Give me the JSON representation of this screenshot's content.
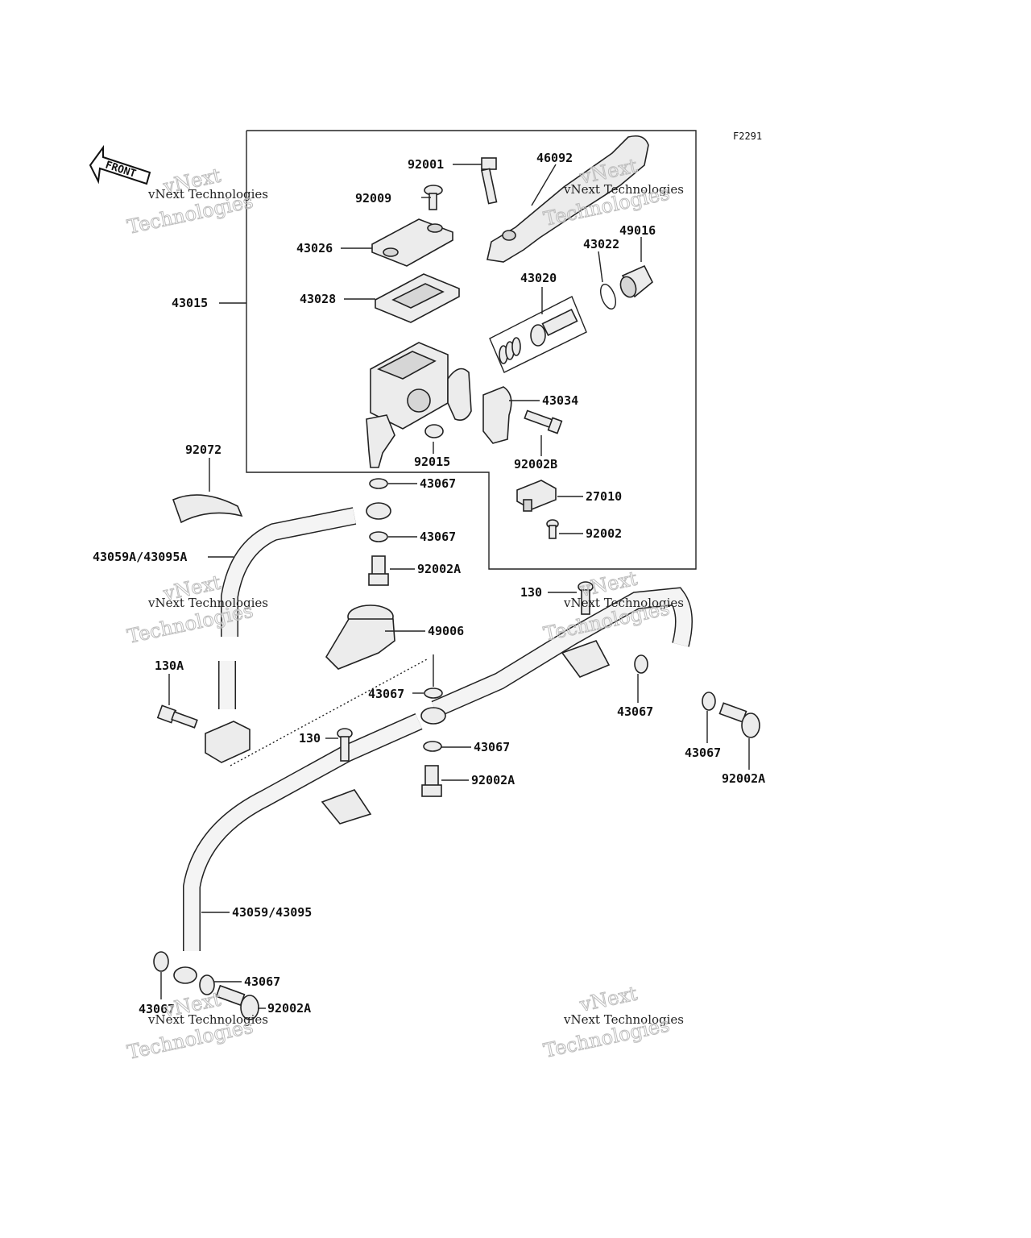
{
  "figure_code": "F2291",
  "front_label": "FRONT",
  "watermark": {
    "company_line": "vNext Technologies",
    "big_line_1": "vNext",
    "big_line_2": "Technologies"
  },
  "parts": {
    "p92001": "92001",
    "p46092": "46092",
    "p92009": "92009",
    "p43026": "43026",
    "p49016": "49016",
    "p43022": "43022",
    "p43015": "43015",
    "p43028": "43028",
    "p43020": "43020",
    "p43034": "43034",
    "p92072": "92072",
    "p92015": "92015",
    "p92002B": "92002B",
    "p43067_a": "43067",
    "p27010": "27010",
    "p43067_b": "43067",
    "p92002": "92002",
    "p43059A": "43059A/43095A",
    "p92002A_a": "92002A",
    "p130_a": "130",
    "p49006": "49006",
    "p130A": "130A",
    "p43067_c": "43067",
    "p43067_d": "43067",
    "p130_b": "130",
    "p43067_e": "43067",
    "p43067_f": "43067",
    "p92002A_b": "92002A",
    "p92002A_c": "92002A",
    "p43059": "43059/43095",
    "p43067_g": "43067",
    "p43067_h": "43067",
    "p92002A_d": "92002A"
  }
}
